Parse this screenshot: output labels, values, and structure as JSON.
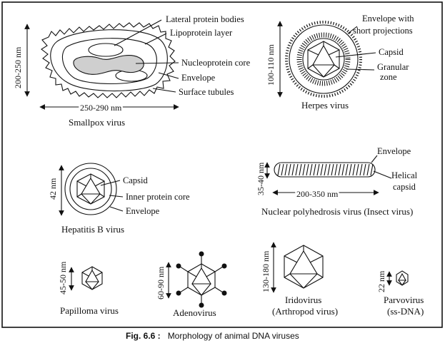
{
  "figure": {
    "caption_label": "Fig. 6.6 :",
    "caption_text": "Morphology of animal DNA viruses"
  },
  "smallpox": {
    "name": "Smallpox virus",
    "height": "200-250 nm",
    "width": "250-290 nm",
    "labels": {
      "lateral": "Lateral protein bodies",
      "lipo": "Lipoprotein layer",
      "core": "Nucleoprotein core",
      "envelope": "Envelope",
      "tubules": "Surface tubules"
    }
  },
  "herpes": {
    "name": "Herpes virus",
    "size": "100-110 nm",
    "labels": {
      "envelope1": "Envelope with",
      "envelope2": "short projections",
      "capsid": "Capsid",
      "granular1": "Granular",
      "granular2": "zone"
    }
  },
  "hepatitis": {
    "name": "Hepatitis B virus",
    "size": "42 nm",
    "labels": {
      "capsid": "Capsid",
      "inner": "Inner protein core",
      "envelope": "Envelope"
    }
  },
  "npv": {
    "name": "Nuclear polyhedrosis virus (Insect virus)",
    "height": "35-40 nm",
    "length": "200-350 nm",
    "labels": {
      "envelope": "Envelope",
      "helical1": "Helical",
      "helical2": "capsid"
    }
  },
  "papilloma": {
    "name": "Papilloma virus",
    "size": "45-50 nm"
  },
  "adeno": {
    "name": "Adenovirus",
    "size": "60-90 nm"
  },
  "irido": {
    "name1": "Iridovirus",
    "name2": "(Arthropod virus)",
    "size": "130-180 nm"
  },
  "parvo": {
    "name1": "Parvovirus",
    "name2": "(ss-DNA)",
    "size": "22 nm"
  }
}
